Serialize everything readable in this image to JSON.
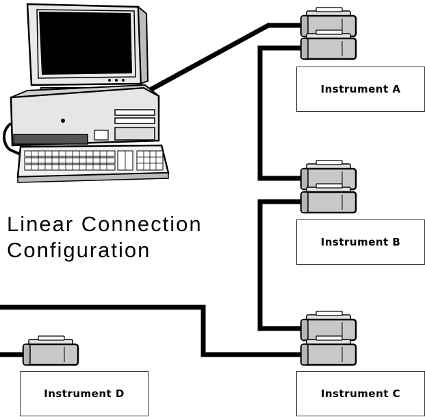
{
  "caption": {
    "line1": "Linear Connection",
    "line2": "Configuration"
  },
  "instruments": {
    "a": "Instrument A",
    "b": "Instrument B",
    "c": "Instrument C",
    "d": "Instrument D"
  },
  "colors": {
    "connector_body": "#c8c8c8",
    "cable": "#000000",
    "background": "#ffffff"
  },
  "icons": [
    "desktop-computer-icon",
    "keyboard-icon",
    "connector-icon"
  ]
}
